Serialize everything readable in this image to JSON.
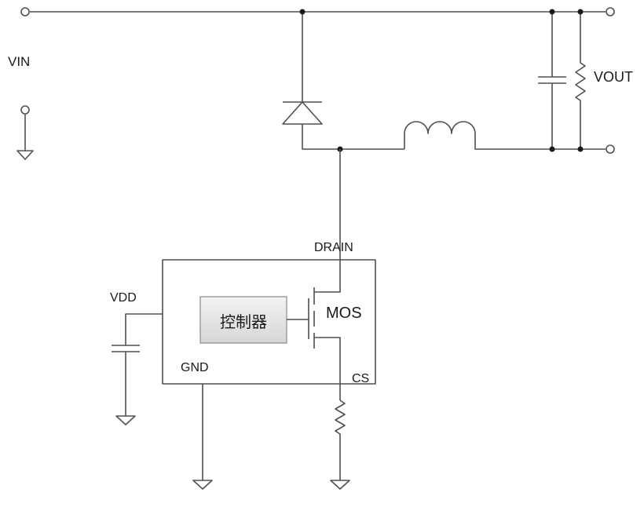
{
  "labels": {
    "vin": "VIN",
    "vout": "VOUT",
    "drain": "DRAIN",
    "vdd": "VDD",
    "controller": "控制器",
    "mos": "MOS",
    "gnd": "GND",
    "cs": "CS"
  }
}
